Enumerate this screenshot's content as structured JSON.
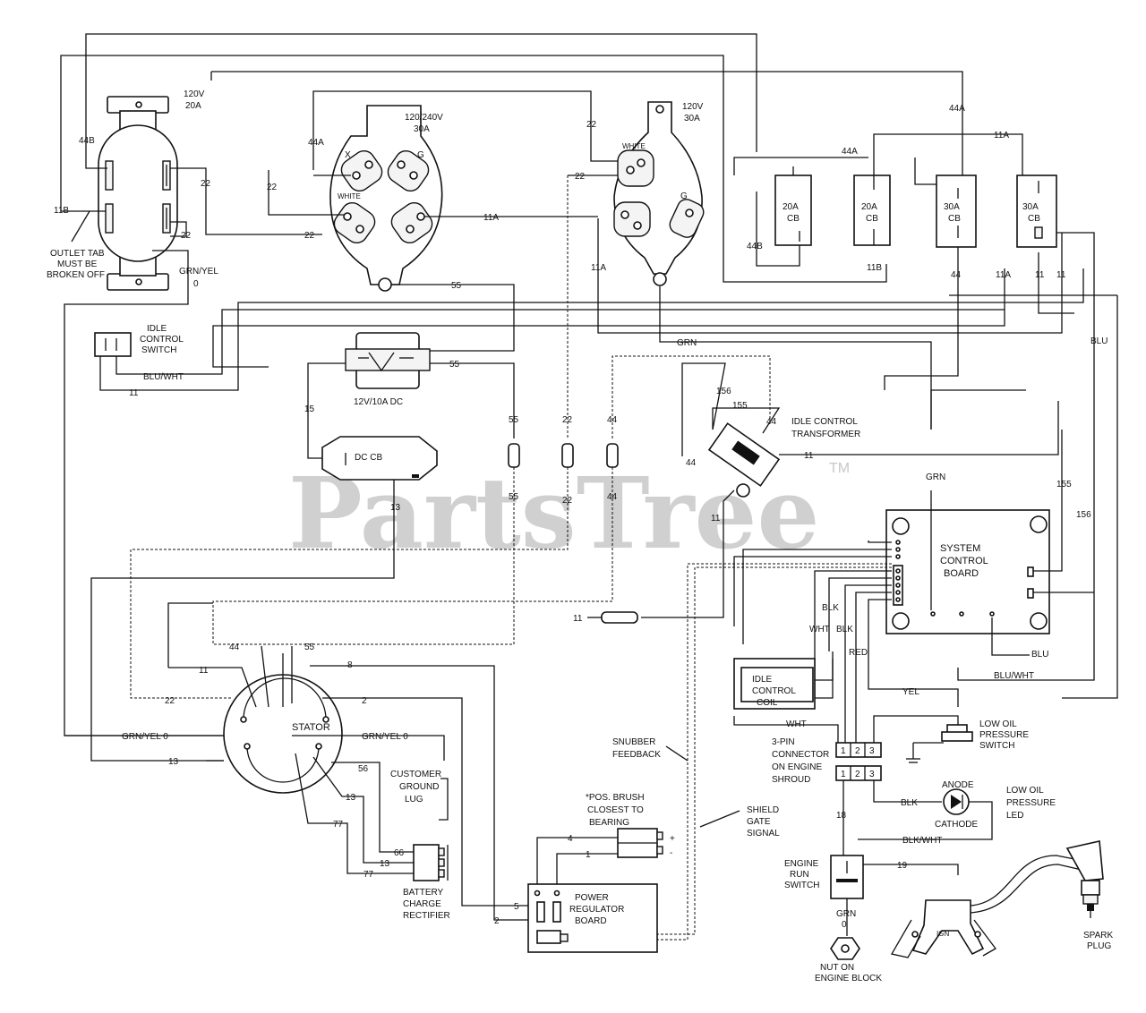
{
  "watermark": {
    "text": "PartsTree",
    "tm": "TM"
  },
  "receptacle_120v_20a": {
    "title": "120V",
    "rating": "20A",
    "note_l1": "OUTLET TAB",
    "note_l2": "MUST BE",
    "note_l3": "BROKEN OFF"
  },
  "receptacle_120_240v": {
    "title": "120/240V",
    "rating": "30A",
    "tag_x": "X",
    "tag_white": "WHITE",
    "tag_g": "G"
  },
  "receptacle_120v_30a": {
    "title": "120V",
    "rating": "30A",
    "tag_white": "WHITE",
    "tag_g": "G"
  },
  "breakers": [
    {
      "rating": "20A",
      "type": "CB"
    },
    {
      "rating": "20A",
      "type": "CB"
    },
    {
      "rating": "30A",
      "type": "CB"
    },
    {
      "rating": "30A",
      "type": "CB"
    }
  ],
  "idle_control_switch": {
    "l1": "IDLE",
    "l2": "CONTROL",
    "l3": "SWITCH"
  },
  "dc_outlet": {
    "label": "12V/10A DC"
  },
  "dc_cb": {
    "label": "DC CB"
  },
  "idle_transformer": {
    "l1": "IDLE CONTROL",
    "l2": "TRANSFORMER"
  },
  "system_board": {
    "l1": "SYSTEM",
    "l2": "CONTROL",
    "l3": "BOARD"
  },
  "idle_coil": {
    "l1": "IDLE",
    "l2": "CONTROL",
    "l3": "COIL"
  },
  "stator": {
    "label": "STATOR"
  },
  "customer_lug": {
    "l1": "CUSTOMER",
    "l2": "GROUND",
    "l3": "LUG"
  },
  "battery_rectifier": {
    "l1": "BATTERY",
    "l2": "CHARGE",
    "l3": "RECTIFIER"
  },
  "brush_note": {
    "l1": "*POS. BRUSH",
    "l2": "CLOSEST TO",
    "l3": "BEARING",
    "plus": "+",
    "minus": "-"
  },
  "power_board": {
    "l1": "POWER",
    "l2": "REGULATOR",
    "l3": "BOARD"
  },
  "snubber": {
    "l1": "SNUBBER",
    "l2": "FEEDBACK"
  },
  "shield_gate": {
    "l1": "SHIELD",
    "l2": "GATE",
    "l3": "SIGNAL"
  },
  "low_oil_switch": {
    "l1": "LOW OIL",
    "l2": "PRESSURE",
    "l3": "SWITCH"
  },
  "connector_3pin": {
    "l1": "3-PIN",
    "l2": "CONNECTOR",
    "l3": "ON ENGINE",
    "l4": "SHROUD",
    "p1": "1",
    "p2": "2",
    "p3": "3"
  },
  "led": {
    "anode": "ANODE",
    "cathode": "CATHODE",
    "l1": "LOW OIL",
    "l2": "PRESSURE",
    "l3": "LED"
  },
  "run_switch": {
    "l1": "ENGINE",
    "l2": "RUN",
    "l3": "SWITCH"
  },
  "engine_nut": {
    "l1": "NUT ON",
    "l2": "ENGINE BLOCK"
  },
  "ignition": {
    "tag": "IGN",
    "l1": "SPARK",
    "l2": "PLUG"
  },
  "wires": {
    "w44b_a": "44B",
    "w44b_b": "44B",
    "w11b_a": "11B",
    "w11b_b": "11B",
    "w22_a": "22",
    "w22_b": "22",
    "w22_c": "22",
    "w22_d": "22",
    "w22_e": "22",
    "w22_f": "22",
    "w22_g": "22",
    "w22_h": "22",
    "w22_i": "22",
    "w44a_a": "44A",
    "w44a_b": "44A",
    "w44a_c": "44A",
    "w11a_a": "11A",
    "w11a_b": "11A",
    "w11a_c": "11A",
    "w11a_d": "11A",
    "w55_a": "55",
    "w55_b": "55",
    "w55_c": "55",
    "w55_d": "55",
    "w55_e": "55",
    "w44_a": "44",
    "w44_b": "44",
    "w44_c": "44",
    "w44_d": "44",
    "w44_e": "44",
    "w44_f": "44",
    "w11_a": "11",
    "w11_b": "11",
    "w11_c": "11",
    "w11_d": "11",
    "w11_e": "11",
    "w11_f": "11",
    "w11_g": "11",
    "w15": "15",
    "w13_a": "13",
    "w13_b": "13",
    "w13_c": "13",
    "w13_d": "13",
    "grnyel_a": "GRN/YEL",
    "grnyel_0": "0",
    "grnyel_b": "GRN/YEL 0",
    "grnyel_c": "GRN/YEL 0",
    "bluwht_a": "BLU/WHT",
    "bluwht_b": "BLU/WHT",
    "grn_a": "GRN",
    "grn_b": "GRN",
    "grn_c": "GRN",
    "grn_c0": "0",
    "w156_a": "156",
    "w156_b": "156",
    "w155_a": "155",
    "w155_b": "155",
    "blu_a": "BLU",
    "blu_b": "BLU",
    "blk_a": "BLK",
    "blk_b": "BLK",
    "blk_c": "BLK",
    "wht_a": "WHT",
    "wht_b": "WHT",
    "red": "RED",
    "yel": "YEL",
    "w8": "8",
    "w2_a": "2",
    "w2_b": "2",
    "w56": "56",
    "w66": "66",
    "w77_a": "77",
    "w77_b": "77",
    "w4": "4",
    "w1": "1",
    "w5": "5",
    "blkwht": "BLK/WHT",
    "w18": "18",
    "w19": "19"
  }
}
